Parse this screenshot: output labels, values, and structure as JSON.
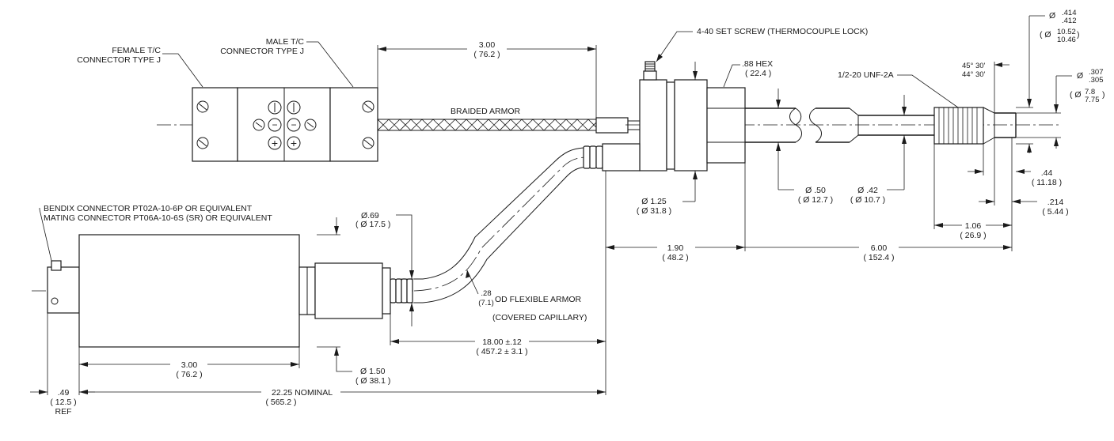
{
  "drawing": {
    "labels": {
      "female_tc": [
        "FEMALE T/C",
        "CONNECTOR TYPE J"
      ],
      "male_tc": [
        "MALE T/C",
        "CONNECTOR TYPE J"
      ],
      "braided_armor": "BRAIDED ARMOR",
      "set_screw": "4-40 SET SCREW (THERMOCOUPLE LOCK)",
      "hex": [
        ".88 HEX",
        "( 22.4 )"
      ],
      "thread": "1/2-20 UNF-2A",
      "angles": [
        "45° 30'",
        "44° 30'"
      ],
      "bendix": [
        "BENDIX CONNECTOR  PT02A-10-6P OR EQUIVALENT",
        "MATING CONNECTOR  PT06A-10-6S (SR) OR EQUIVALENT"
      ],
      "flex_armor": "OD FLEXIBLE ARMOR",
      "covered_capillary": "(COVERED CAPILLARY)",
      "tc_symbols": [
        "+",
        "−"
      ]
    },
    "dims": {
      "d_tc_length": [
        "3.00",
        "( 76.2 )"
      ],
      "d_414": [
        "Ø",
        ".414",
        ".412",
        "( Ø",
        "10.52",
        "10.46",
        " )"
      ],
      "d_307": [
        "Ø",
        ".307",
        ".305",
        "( Ø",
        "7.8",
        "7.75",
        " )"
      ],
      "d_125": [
        "Ø 1.25",
        "( Ø 31.8 )"
      ],
      "d_050": [
        "Ø .50",
        "( Ø 12.7 )"
      ],
      "d_042": [
        "Ø .42",
        "( Ø 10.7 )"
      ],
      "d_044": [
        ".44",
        "( 11.18 )"
      ],
      "d_214": [
        ".214",
        "( 5.44 )"
      ],
      "d_106": [
        "1.06",
        "( 26.9 )"
      ],
      "d_190": [
        "1.90",
        "( 48.2 )"
      ],
      "d_600": [
        "6.00",
        "( 152.4 )"
      ],
      "d_069": [
        "Ø.69",
        "( Ø 17.5 )"
      ],
      "d_028": [
        ".28",
        "(7.1)"
      ],
      "d_1800": [
        "18.00  ±.12",
        "( 457.2 ± 3.1 )"
      ],
      "d_body": [
        "3.00",
        "( 76.2 )"
      ],
      "d_150": [
        "Ø 1.50",
        "( Ø 38.1 )"
      ],
      "d_049": [
        ".49",
        "( 12.5 )",
        "REF"
      ],
      "d_2225": [
        "22.25  NOMINAL",
        "( 565.2 )"
      ]
    }
  }
}
